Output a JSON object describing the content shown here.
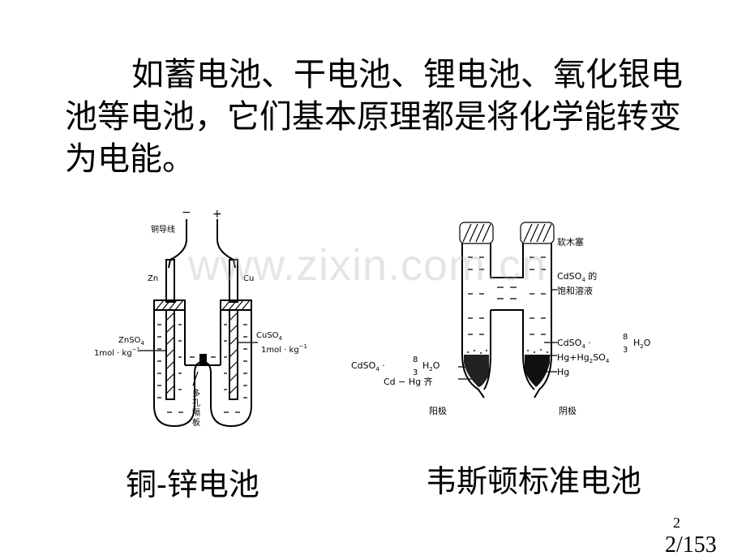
{
  "paragraph": {
    "line1": "如蓄电池、干电池、锂电池、氧化银电",
    "line2": "池等电池，它们基本原理都是将化学能转变",
    "line3": "为电能。"
  },
  "left_figure": {
    "minus": "−",
    "plus": "+",
    "wire": "铜导线",
    "zn": "Zn",
    "cu": "Cu",
    "znso4": "ZnSO",
    "znso4_sub": "4",
    "cuso4": "CuSO",
    "cuso4_sub": "4",
    "conc_left": "1mol · kg",
    "conc_right": "1mol · kg",
    "conc_sup": "−1",
    "membrane_1": "多",
    "membrane_2": "孔",
    "membrane_3": "隔",
    "membrane_4": "板"
  },
  "right_figure": {
    "cork": "软木塞",
    "cdso4_sat_1": "CdSO",
    "cdso4_sat_sub": "4",
    "cdso4_sat_2": " 的",
    "cdso4_sat_3": "饱和溶液",
    "hydrate_right_a": "CdSO",
    "hydrate_right_b": "4",
    "hydrate_right_c": " ·",
    "frac_num": "8",
    "frac_den": "3",
    "h2o": "H",
    "h2o_sub": "2",
    "h2o_end": "O",
    "hydrate_left_a": "CdSO",
    "hydrate_left_b": "4",
    "hydrate_left_c": " ·",
    "cd_hg": "Cd − Hg 齐",
    "hg_hg2so4_a": "Hg+Hg",
    "hg_hg2so4_sub": "2",
    "hg_hg2so4_b": "SO",
    "hg_hg2so4_sub2": "4",
    "hg": "Hg",
    "anode": "阳极",
    "cathode": "阴极"
  },
  "captions": {
    "left": "铜-锌电池",
    "right": "韦斯顿标准电池"
  },
  "watermark": "www.zixin.com.cn",
  "page": {
    "small": "2",
    "big": "2/153"
  }
}
